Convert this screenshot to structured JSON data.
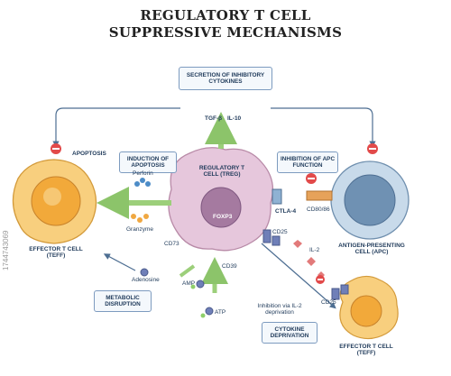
{
  "title": {
    "line1": "REGULATORY T CELL",
    "line2": "SUPPRESSIVE MECHANISMS"
  },
  "boxes": {
    "secretion": "SECRETION OF INHIBITORY CYTOKINES",
    "induction": "INDUCTION OF APOPTOSIS",
    "inhibition": "INHIBITION OF APC FUNCTION",
    "metabolic": "METABOLIC DISRUPTION",
    "cytokine_dep": "CYTOKINE DEPRIVATION"
  },
  "labels": {
    "tgf": "TGF-β",
    "il10": "IL-10",
    "apoptosis": "APOPTOSIS",
    "perforin": "Perforin",
    "granzyme": "Granzyme",
    "treg": "REGULATORY T CELL (TREG)",
    "foxp3": "FOXP3",
    "ctla4": "CTLA-4",
    "cd80": "CD80/86",
    "cd25a": "CD25",
    "cd25b": "CD25",
    "il2": "IL-2",
    "cd73": "CD73",
    "cd39": "CD39",
    "adenosine": "Adenosine",
    "amp": "AMP",
    "atp": "ATP",
    "apc": "ANTIGEN-PRESENTING CELL (APC)",
    "teff1": "EFFECTOR T CELL (TEFF)",
    "teff2": "EFFECTOR T CELL (TEFF)",
    "il2dep": "Inhibition via IL-2 deprivation",
    "watermark": "1744743069"
  },
  "colors": {
    "treg": "#e4c4da",
    "teff": "#f7c66a",
    "apc": "#8fb2d3",
    "arrow_green": "#9ccf7a",
    "minus": "#e24a4a"
  }
}
